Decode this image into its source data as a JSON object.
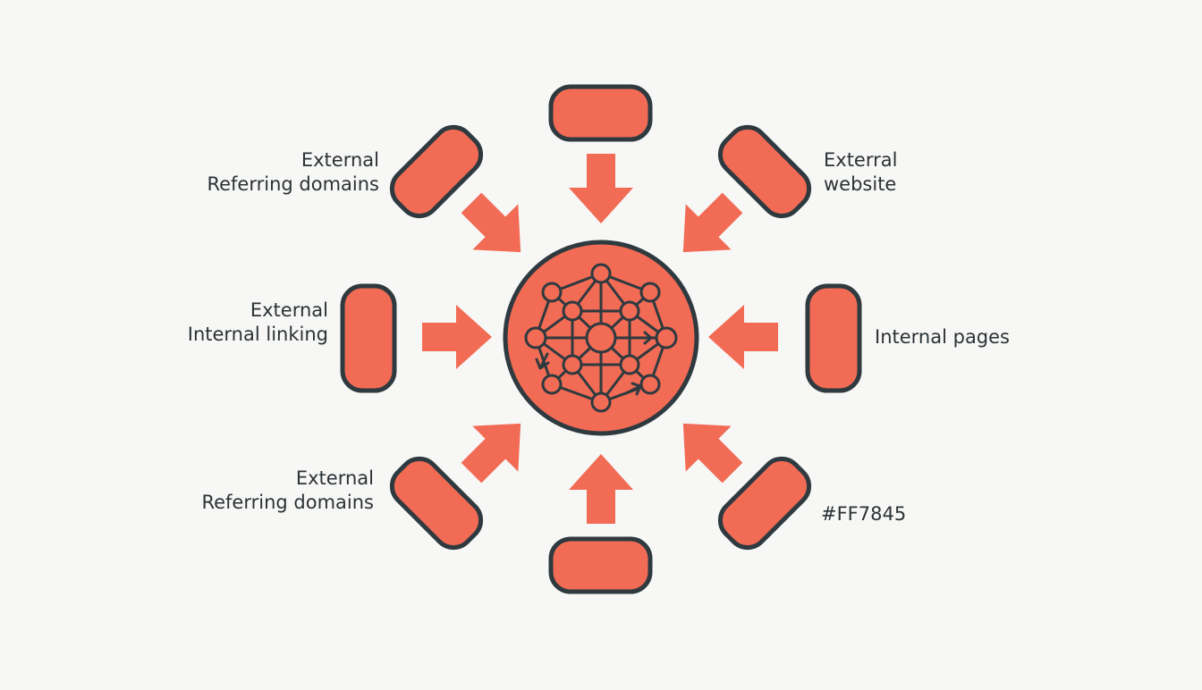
{
  "colors": {
    "fill": "#F26B55",
    "stroke": "#2E3A3F",
    "text": "#2B3236",
    "background": "#F7F7F5"
  },
  "hub": {
    "icon": "network-graph-icon"
  },
  "labels": {
    "top_left": {
      "line1": "External",
      "line2": "Referring domains"
    },
    "top_right": {
      "line1": "Exterral",
      "line2": "website"
    },
    "mid_left": {
      "line1": "External",
      "line2": "Internal linking"
    },
    "mid_right": {
      "line1": "Internal pages"
    },
    "bottom_left": {
      "line1": "External",
      "line2": "Referring domains"
    },
    "bottom_right": {
      "line1": "#FF7845"
    }
  }
}
